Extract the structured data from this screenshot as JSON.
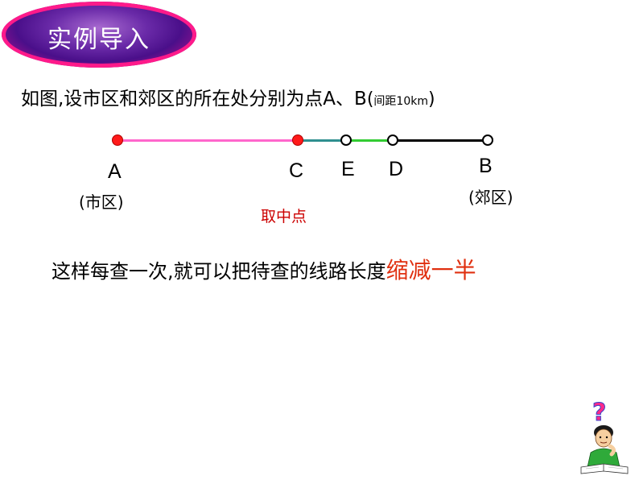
{
  "title": "实例导入",
  "intro": {
    "text": "如图,设市区和郊区的所在处分别为点A、B",
    "paren_open": "(",
    "distance_note": "间距10km",
    "paren_close": ")"
  },
  "points": {
    "A": {
      "label": "A",
      "note": "(市区)"
    },
    "C": {
      "label": "C"
    },
    "E": {
      "label": "E"
    },
    "D": {
      "label": "D"
    },
    "B": {
      "label": "B",
      "note": "(郊区)"
    }
  },
  "midpoint_text": "取中点",
  "conclusion": {
    "text": "这样每查一次,就可以把待查的线路长度",
    "highlight": "缩减一半"
  },
  "colors": {
    "segment_AC": "#ff66cc",
    "segment_CE": "#2f8f8f",
    "segment_ED": "#33cc33",
    "segment_DB": "#000000",
    "highlight": "#e03010",
    "midpoint": "#cc0000"
  },
  "icons": {
    "title_badge": "ellipse-badge",
    "thinker": "thinking-student-icon"
  }
}
